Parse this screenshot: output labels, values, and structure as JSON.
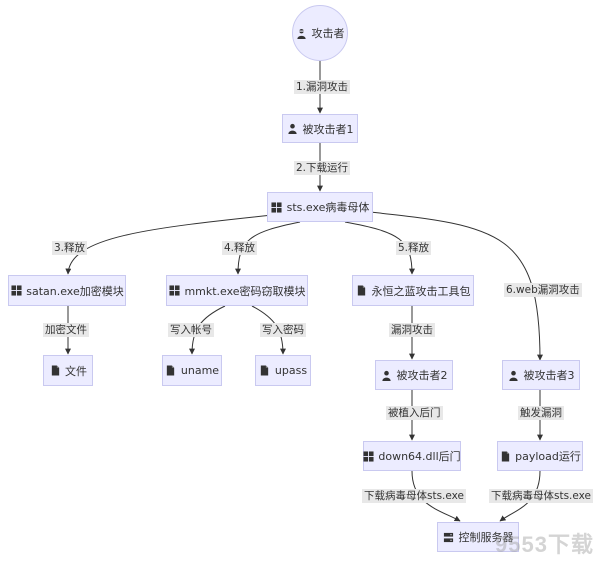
{
  "nodes": {
    "attacker": {
      "label": "攻击者",
      "icon": "user-secret-icon"
    },
    "victim1": {
      "label": "被攻击者1",
      "icon": "user-icon"
    },
    "sts_exe": {
      "label": "sts.exe病毒母体",
      "icon": "windows-icon"
    },
    "satan": {
      "label": "satan.exe加密模块",
      "icon": "windows-icon"
    },
    "mmkt": {
      "label": "mmkt.exe密码窃取模块",
      "icon": "windows-icon"
    },
    "eternalblue": {
      "label": "永恒之蓝攻击工具包",
      "icon": "file-icon"
    },
    "file": {
      "label": "文件",
      "icon": "file-icon"
    },
    "uname": {
      "label": "uname",
      "icon": "file-icon"
    },
    "upass": {
      "label": "upass",
      "icon": "file-icon"
    },
    "victim2": {
      "label": "被攻击者2",
      "icon": "user-icon"
    },
    "victim3": {
      "label": "被攻击者3",
      "icon": "user-icon"
    },
    "down64": {
      "label": "down64.dll后门",
      "icon": "windows-icon"
    },
    "payload": {
      "label": "payload运行",
      "icon": "file-icon"
    },
    "c2": {
      "label": "控制服务器",
      "icon": "server-icon"
    }
  },
  "edges": {
    "e1": "1.漏洞攻击",
    "e2": "2.下载运行",
    "e3": "3.释放",
    "e4": "4.释放",
    "e5": "5.释放",
    "e6": "6.web漏洞攻击",
    "e7": "加密文件",
    "e8": "写入帐号",
    "e9": "写入密码",
    "e10": "漏洞攻击",
    "e11": "被植入后门",
    "e12": "触发漏洞",
    "e13": "下载病毒母体sts.exe",
    "e14": "下载病毒母体sts.exe"
  },
  "watermark": "9553下载",
  "colors": {
    "node_fill": "#ececff",
    "node_border": "#c9c9f0",
    "edge": "#333333",
    "label_bg": "#e8e8e8"
  }
}
